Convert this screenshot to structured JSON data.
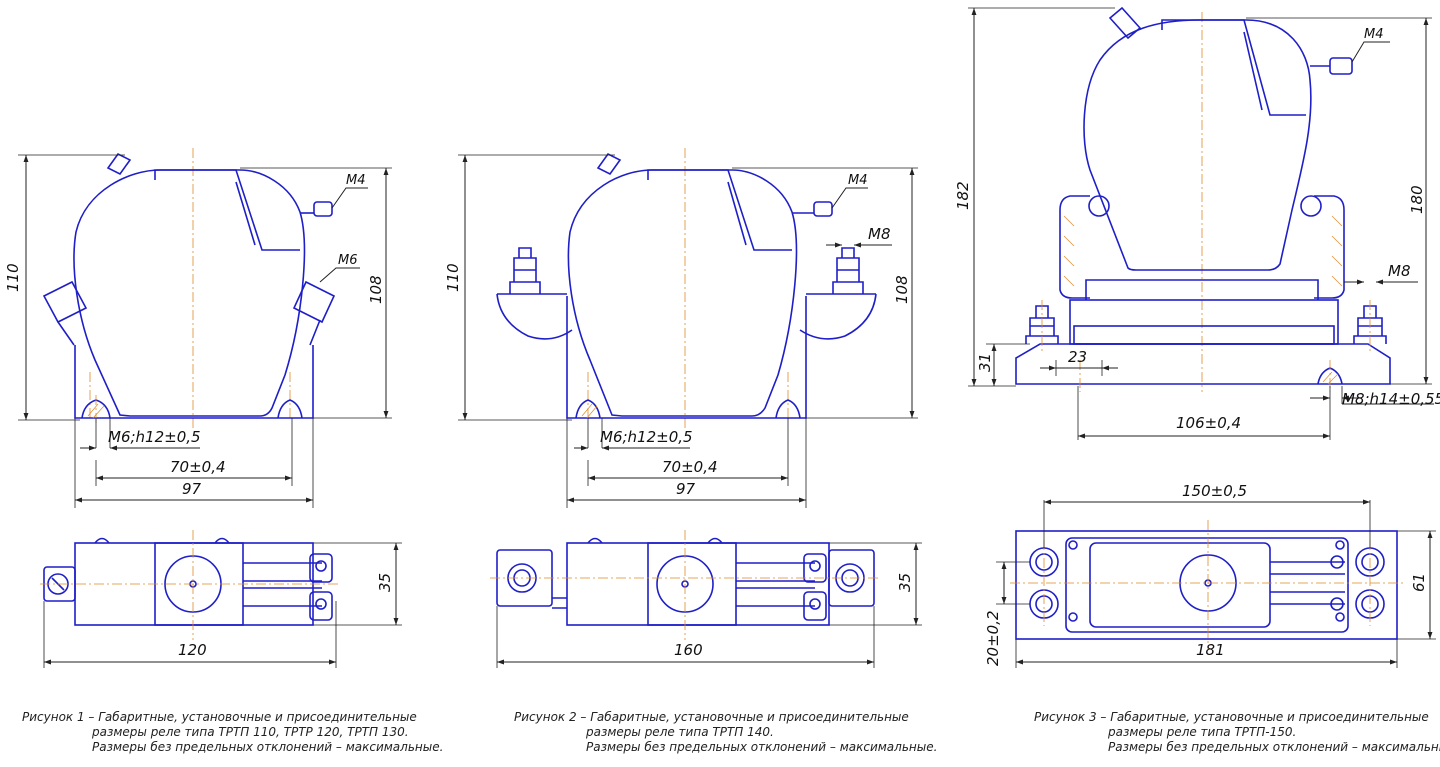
{
  "fig1": {
    "dims": {
      "h_total": "110",
      "h_body": "108",
      "thread_top": "M4",
      "thread_side": "M6",
      "mount_hole": "M6;h12±0,5",
      "mount_spacing": "70±0,4",
      "base_width": "97",
      "plan_height": "35",
      "plan_width": "120"
    },
    "caption": [
      "Рисунок 1 – Габаритные, установочные и присоединительные",
      "размеры реле типа ТРТП 110, ТРТР 120, ТРТП 130.",
      "Размеры без предельных отклонений – максимальные."
    ]
  },
  "fig2": {
    "dims": {
      "h_total": "110",
      "h_body": "108",
      "thread_top": "M4",
      "thread_side": "M8",
      "mount_hole": "M6;h12±0,5",
      "mount_spacing": "70±0,4",
      "base_width": "97",
      "plan_height": "35",
      "plan_width": "160"
    },
    "caption": [
      "Рисунок 2 – Габаритные, установочные и присоединительные",
      "размеры реле типа ТРТП 140.",
      "Размеры без предельных отклонений – максимальные."
    ]
  },
  "fig3": {
    "dims": {
      "h_total": "182",
      "h_body": "180",
      "thread_top": "M4",
      "thread_side": "M8",
      "base_height": "31",
      "foot_width": "23",
      "mount_hole": "M8;h14±0,55",
      "mount_spacing": "106±0,4",
      "plan_spacing": "150±0,5",
      "plan_height": "61",
      "plan_width": "181",
      "plan_pitch": "20±0,2"
    },
    "caption": [
      "Рисунок 3 – Габаритные, установочные и присоединительные",
      "размеры реле типа ТРТП-150.",
      "Размеры без предельных отклонений – максимальные."
    ]
  }
}
